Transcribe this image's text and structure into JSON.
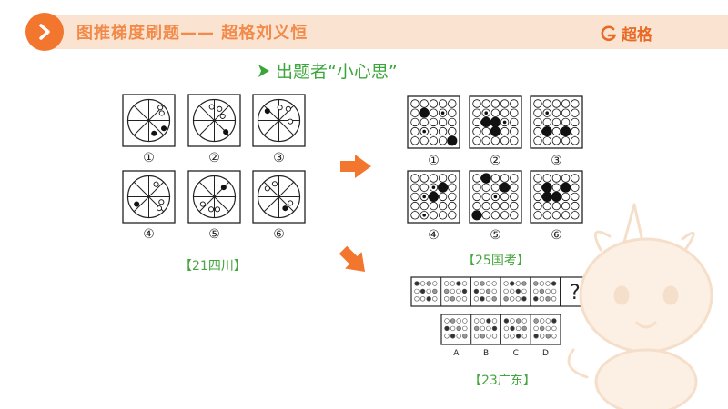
{
  "header": {
    "title": "图推梯度刷题—— 超格刘义恒",
    "brand": "超格",
    "accent": "#f2762e"
  },
  "subtitle": "出题者“小心思”",
  "set1": {
    "label": "【21四川】",
    "captions": [
      "①",
      "②",
      "③",
      "④",
      "⑤",
      "⑥"
    ]
  },
  "set2": {
    "label": "【25国考】",
    "captions": [
      "①",
      "②",
      "③",
      "④",
      "⑤",
      "⑥"
    ]
  },
  "set3": {
    "label": "【23广东】",
    "question_mark": "?",
    "options": [
      "A",
      "B",
      "C",
      "D"
    ]
  },
  "colors": {
    "arrow": "#f2762e",
    "label_green": "#45a53e"
  }
}
